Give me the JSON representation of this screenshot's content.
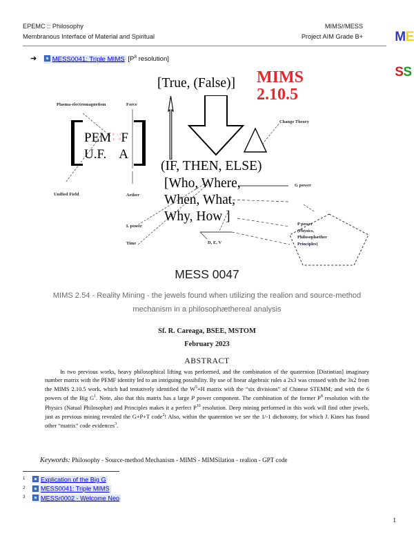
{
  "header": {
    "left_line1": "EPEMC :: Philosophy",
    "left_line2": "Membranous Interface of Material and Spiritual",
    "right_line1": "MIMS//MESS",
    "right_line2": "Project AIM Grade B+",
    "logo": {
      "m": "M",
      "e": "E",
      "s1": "S",
      "s2": "S",
      "colors": {
        "m": "#2d35c8",
        "e": "#f2d500",
        "s1": "#d81a1a",
        "s2": "#16a016"
      }
    }
  },
  "top_link": {
    "arrow": "➔",
    "link_text": "MESS0041: Triple MIMS",
    "suffix_pre": "[P",
    "suffix_sup": "8",
    "suffix_post": " resolution]",
    "icon": "link-square-icon"
  },
  "figure": {
    "mims_version": "MIMS\n2.10.5",
    "mims_version_color": "#e8262b",
    "matrix": "PEM   F\nU.F.    A",
    "matrix_numbers": "0 -1\n1  0",
    "matrix_numbers_color": "#e0484b",
    "text_true_false": "[True, (False)]",
    "text_if_then_else": "(IF, THEN, ELSE)",
    "text_questions": "[Who, Where,\nWhen, What,\nWhy, How    ]",
    "labels": {
      "plasma": "Plasma-electromagnetism",
      "force": "Force",
      "unified_field": "Unified Field",
      "aether": "Aether",
      "l_power": "L power",
      "time": "Time",
      "change_theory": "Change Theory",
      "g_power": "G power",
      "dev": "D, E, V"
    },
    "pentagon_text": "P power\n(Physics,\nPhilosophæther\nPrinciples)"
  },
  "title": {
    "main": "MESS 0047",
    "subtitle": "MIMS 2.54 - Reality Mining - the jewels found when utilizing the realion and source-method mechanism in a philosophæthereal analysis",
    "author": "Sf. R. Careaga, BSEE, MSTOM",
    "date": "February 2023"
  },
  "abstract": {
    "heading": "ABSTRACT",
    "paragraph_segments": [
      {
        "t": "In two previous works, heavy philosophical lifting was performed, and the combination of the quaternion [Distintian] imaginary number matrix with the PEMF identity led to an intriguing possibility. By use of linear algebraic rules a 2x3 was crossed with the 3x2 from the MIMS 2.10.5 work, which had tentatively identified the W"
      },
      {
        "t": "5",
        "s": "sup"
      },
      {
        "t": "+H matrix with the “six divisions” of Chinese STEMM; and with the 6 powers of the Big G"
      },
      {
        "t": "1",
        "s": "sup"
      },
      {
        "t": ". Note, also that this matrix has a large "
      },
      {
        "t": "P",
        "s": "i"
      },
      {
        "t": " power component. The combination of the former P"
      },
      {
        "t": "8",
        "s": "sup"
      },
      {
        "t": " resolution with the Physics (Natual Philosophæ) and Principles makes it a perfect P"
      },
      {
        "t": "10",
        "s": "sup"
      },
      {
        "t": " resolution. Deep mining performed in this work will find other jewels, just as previous mining revealed the G+P+T code"
      },
      {
        "t": "2",
        "s": "sup"
      },
      {
        "t": "! Also, within the quaternion we see the 1/-1 dichotomy, for which J. Kines has found other “matrix” code evidences"
      },
      {
        "t": "3",
        "s": "sup"
      },
      {
        "t": "."
      }
    ]
  },
  "keywords": {
    "label": "Keywords:",
    "value": "Philosophy - Source-method Mechanism - MIMS - MIMSilation - realion - GPT code"
  },
  "footnotes": [
    {
      "num": "1",
      "text": "Explication of the Big G"
    },
    {
      "num": "2",
      "text": "MESS0041: Triple MIMS"
    },
    {
      "num": "3",
      "text": "MESSr0002 - Welcome Neo"
    }
  ],
  "page_number": "1"
}
